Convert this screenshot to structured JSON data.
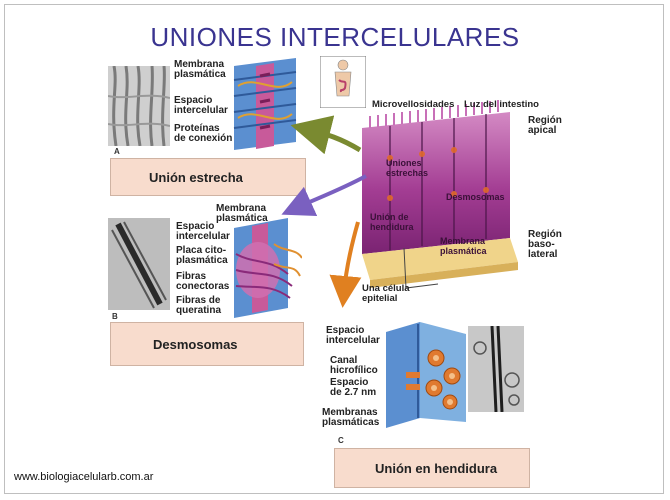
{
  "title": "UNIONES INTERCELULARES",
  "footer": "www.biologiacelularb.com.ar",
  "panel_a": {
    "letter": "A",
    "caption": "Unión estrecha",
    "labels": {
      "membrana": "Membrana\nplasmática",
      "espacio": "Espacio\nintercelular",
      "proteinas": "Proteínas\nde conexión"
    }
  },
  "panel_b": {
    "letter": "B",
    "caption": "Desmosomas",
    "labels": {
      "membrana": "Membrana\nplasmática",
      "espacio": "Espacio\nintercelular",
      "placa": "Placa cito-\nplasmática",
      "fibras_con": "Fibras\nconectoras",
      "fibras_que": "Fibras de\nqueratina"
    }
  },
  "panel_c": {
    "letter": "C",
    "caption": "Unión en hendidura",
    "labels": {
      "espacio": "Espacio\nintercelular",
      "canal": "Canal\nhicrofílico",
      "espacio27": "Espacio\nde 2.7 nm",
      "membranas": "Membranas\nplasmáticas"
    }
  },
  "central": {
    "microvellosidades": "Microvellosidades",
    "luz": "Luz del intestino",
    "region_apical": "Región\napical",
    "uniones_estrechas": "Uniones\nestrechas",
    "desmosomas": "Desmosomas",
    "union_hendidura": "Unión de\nhendidura",
    "membrana": "Membrana\nplasmática",
    "region_baso": "Región\nbaso-\nlateral",
    "celula": "Una célula\nepitelial"
  },
  "colors": {
    "title": "#3a3490",
    "caption_bg": "#f8dccd",
    "tissue": "#8a2a7a",
    "membrane_blue": "#4a86c8",
    "arrow_green": "#7a8a30",
    "arrow_purple": "#7a60c0",
    "arrow_orange": "#e08020"
  }
}
